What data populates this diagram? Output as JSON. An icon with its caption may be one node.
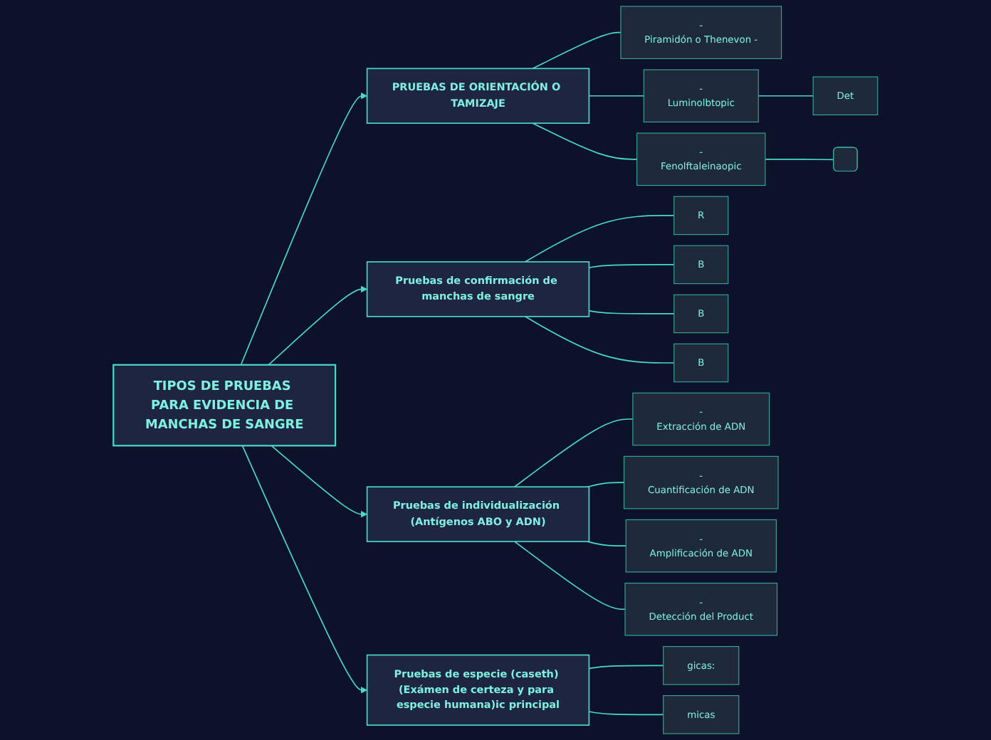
{
  "diagram": {
    "nodes": [
      {
        "text": [
          "TIPOS DE PRUEBAS PARA EVIDENCIA DE MANCHAS DE SANGRE"
        ]
      },
      {
        "text": [
          "PRUEBAS DE ORIENTACIÓN O TAMIZAJE"
        ]
      },
      {
        "text": [
          "-",
          "Piramidón o Thenevon -"
        ]
      },
      {
        "text": [
          "-",
          "Luminolbtopic"
        ]
      },
      {
        "text": [
          "Det"
        ]
      },
      {
        "text": [
          "-",
          "Fenolftaleinaopic"
        ]
      },
      {
        "text": [],
        "shape": "box"
      },
      {
        "text": [
          "Pruebas de confirmación de manchas de sangre"
        ]
      },
      {
        "text": [
          "R"
        ]
      },
      {
        "text": [
          "B"
        ]
      },
      {
        "text": [
          "B"
        ]
      },
      {
        "text": [
          "B"
        ]
      },
      {
        "text": [
          "Pruebas de individualización (Antígenos ABO y ADN)"
        ]
      },
      {
        "text": [
          "-",
          "Extracción de ADN"
        ]
      },
      {
        "text": [
          "-",
          "Cuantificación de ADN"
        ]
      },
      {
        "text": [
          "-",
          "Amplificación de ADN"
        ]
      },
      {
        "text": [
          "-",
          "Detección del Product"
        ]
      },
      {
        "text": [
          "Pruebas de especie (caseth) (Exámen de certeza y para especie humana)ic principal"
        ]
      },
      {
        "text": [
          "gicas:"
        ]
      },
      {
        "text": [
          "micas"
        ]
      }
    ],
    "edges": [
      {
        "from": 0,
        "to": 1,
        "arrow": "to"
      },
      {
        "from": 1,
        "to": 2,
        "arrow": "none"
      },
      {
        "from": 1,
        "to": 3,
        "arrow": "none"
      },
      {
        "from": 3,
        "to": 4,
        "arrow": "none"
      },
      {
        "from": 1,
        "to": 5,
        "arrow": "none"
      },
      {
        "from": 5,
        "to": 6,
        "arrow": "none"
      },
      {
        "from": 0,
        "to": 7,
        "arrow": "to"
      },
      {
        "from": 7,
        "to": 8,
        "arrow": "none"
      },
      {
        "from": 7,
        "to": 9,
        "arrow": "none"
      },
      {
        "from": 7,
        "to": 10,
        "arrow": "none"
      },
      {
        "from": 7,
        "to": 11,
        "arrow": "none"
      },
      {
        "from": 0,
        "to": 12,
        "arrow": "to"
      },
      {
        "from": 12,
        "to": 13,
        "arrow": "none"
      },
      {
        "from": 12,
        "to": 14,
        "arrow": "none"
      },
      {
        "from": 12,
        "to": 15,
        "arrow": "none"
      },
      {
        "from": 12,
        "to": 16,
        "arrow": "none"
      },
      {
        "from": 0,
        "to": 17,
        "arrow": "to"
      },
      {
        "from": 17,
        "to": 18,
        "arrow": "none"
      },
      {
        "from": 17,
        "to": 19,
        "arrow": "none"
      }
    ]
  }
}
